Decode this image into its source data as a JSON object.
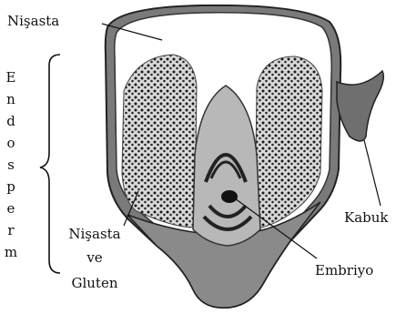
{
  "diagram": {
    "labels": {
      "nisasta": "Nişasta",
      "endosperm_letters": [
        "E",
        "n",
        "d",
        "o",
        "s",
        "p",
        "e",
        "r",
        "m"
      ],
      "kabuk": "Kabuk",
      "nisasta_ve_gluten": [
        "Nişasta",
        "ve",
        "Gluten"
      ],
      "embriyo": "Embriyo"
    }
  }
}
